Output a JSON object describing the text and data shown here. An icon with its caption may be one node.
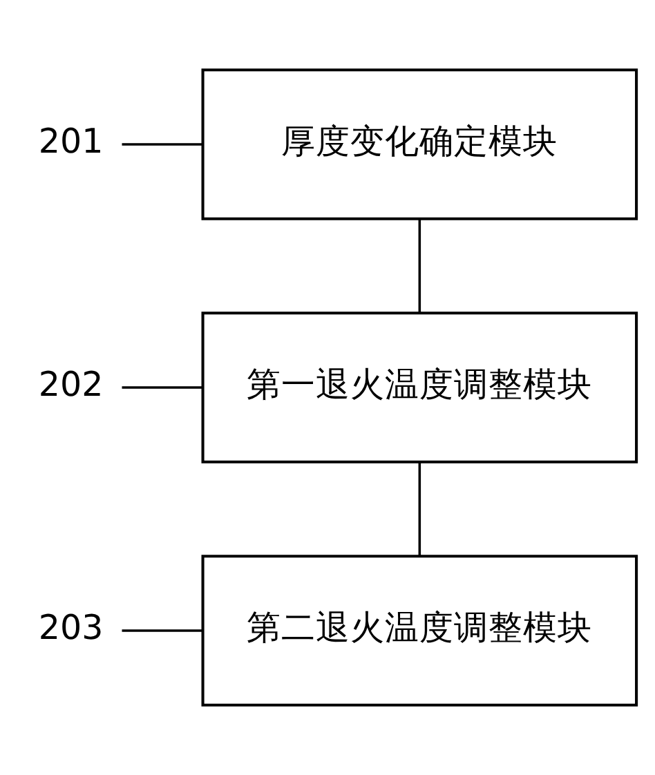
{
  "diagram": {
    "nodes": [
      {
        "text": [
          "厚度变化确定模块"
        ]
      },
      {
        "text": [
          "第一退火温度调整模块"
        ]
      },
      {
        "text": [
          "第二退火温度调整模块"
        ]
      },
      {
        "text": [
          "201"
        ]
      },
      {
        "text": [
          "202"
        ]
      },
      {
        "text": [
          "203"
        ]
      }
    ],
    "edges": [
      {
        "from": 0,
        "to": 1,
        "arrow": "none"
      },
      {
        "from": 1,
        "to": 2,
        "arrow": "none"
      },
      {
        "from": 3,
        "to": 0,
        "arrow": "none"
      },
      {
        "from": 4,
        "to": 1,
        "arrow": "none"
      },
      {
        "from": 5,
        "to": 2,
        "arrow": "none"
      }
    ]
  }
}
